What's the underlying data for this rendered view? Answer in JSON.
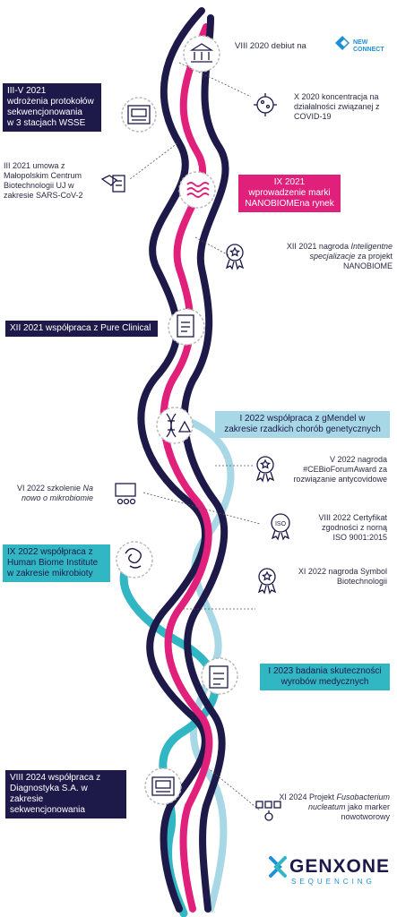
{
  "events": {
    "e1": {
      "text": "VIII 2020  debiut na",
      "logo_new": "NEW",
      "logo_connect": "CONNECT"
    },
    "e2": {
      "line1": "III-V 2021",
      "line2": "wdrożenia protokołów",
      "line3": "sekwencjonowania",
      "line4": "w 3 stacjach WSSE"
    },
    "e3": {
      "line1": "X 2020 koncentracja na",
      "line2": "działalności związanej z",
      "line3": "COVID-19"
    },
    "e4": {
      "line1": "III 2021 umowa z",
      "line2": "Małopolskim Centrum",
      "line3": "Biotechnologii UJ w",
      "line4": "zakresie SARS-CoV-2"
    },
    "e5": {
      "line1": "IX 2021",
      "line2": "wprowadzenie marki",
      "line3": "NANOBIOMEna rynek"
    },
    "e6": {
      "line1a": "XII 2021 nagroda ",
      "line1b": "Inteligentne",
      "line2a": "specjalizacje",
      "line2b": " za projekt",
      "line3": "NANOBIOME"
    },
    "e7": {
      "line1": "XII 2021 współpraca z Pure Clinical"
    },
    "e8": {
      "line1": "I 2022 współpraca z gMendel w",
      "line2": "zakresie rzadkich chorób genetycznych"
    },
    "e9": {
      "line1": "V 2022 nagroda",
      "line2": "#CEBioForumAward za",
      "line3": "rozwiązanie antycovidowe"
    },
    "e10": {
      "line1a": "VI 2022 szkolenie ",
      "line1b": "Na",
      "line2": "nowo o mikrobiomie"
    },
    "e11": {
      "line1": "VIII 2022 Certyfikat",
      "line2": "zgodności z norną",
      "line3": "ISO 9001:2015",
      "badge": "ISO"
    },
    "e12": {
      "line1": "IX 2022  współpraca z",
      "line2": "Human Biome Institute",
      "line3": "w zakresie mikrobioty"
    },
    "e13": {
      "line1": "XI 2022 nagroda Symbol",
      "line2": "Biotechnologii"
    },
    "e14": {
      "line1": "I 2023 badania skuteczności",
      "line2": "wyrobów medycznych"
    },
    "e15": {
      "line1": "VIII 2024 współpraca z",
      "line2": "Diagnostyka S.A. w zakresie",
      "line3": "sekwencjonowania"
    },
    "e16": {
      "line1a": "XI 2024 Projekt ",
      "line1b": "Fusobacterium",
      "line2a": "nucleatum",
      "line2b": " jako marker",
      "line3": "nowotworowy"
    }
  },
  "brand": {
    "name": "GENXONE",
    "tagline": "SEQUENCING"
  },
  "colors": {
    "navy": "#1d1a4a",
    "pink": "#e0207a",
    "teal": "#31b6c3",
    "light_teal": "#a8d8e6"
  }
}
